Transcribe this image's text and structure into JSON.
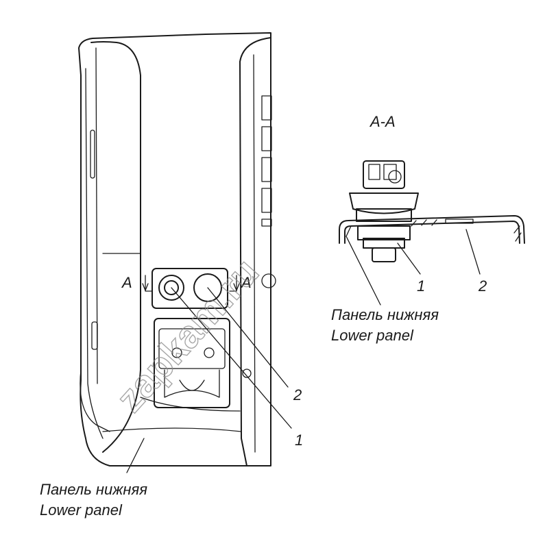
{
  "section_title": "A-A",
  "section_marker_left": "A",
  "section_marker_right": "A",
  "main_view": {
    "callout_2": "2",
    "callout_1": "1",
    "panel_label_ru": "Панель нижняя",
    "panel_label_en": "Lower panel"
  },
  "section_view": {
    "callout_1": "1",
    "callout_2": "2",
    "panel_label_ru": "Панель нижняя",
    "panel_label_en": "Lower panel"
  },
  "watermark": "zapkam.ru",
  "colors": {
    "ink": "#1a1a1a",
    "paper": "#ffffff",
    "watermark": "#8a8a8a"
  }
}
